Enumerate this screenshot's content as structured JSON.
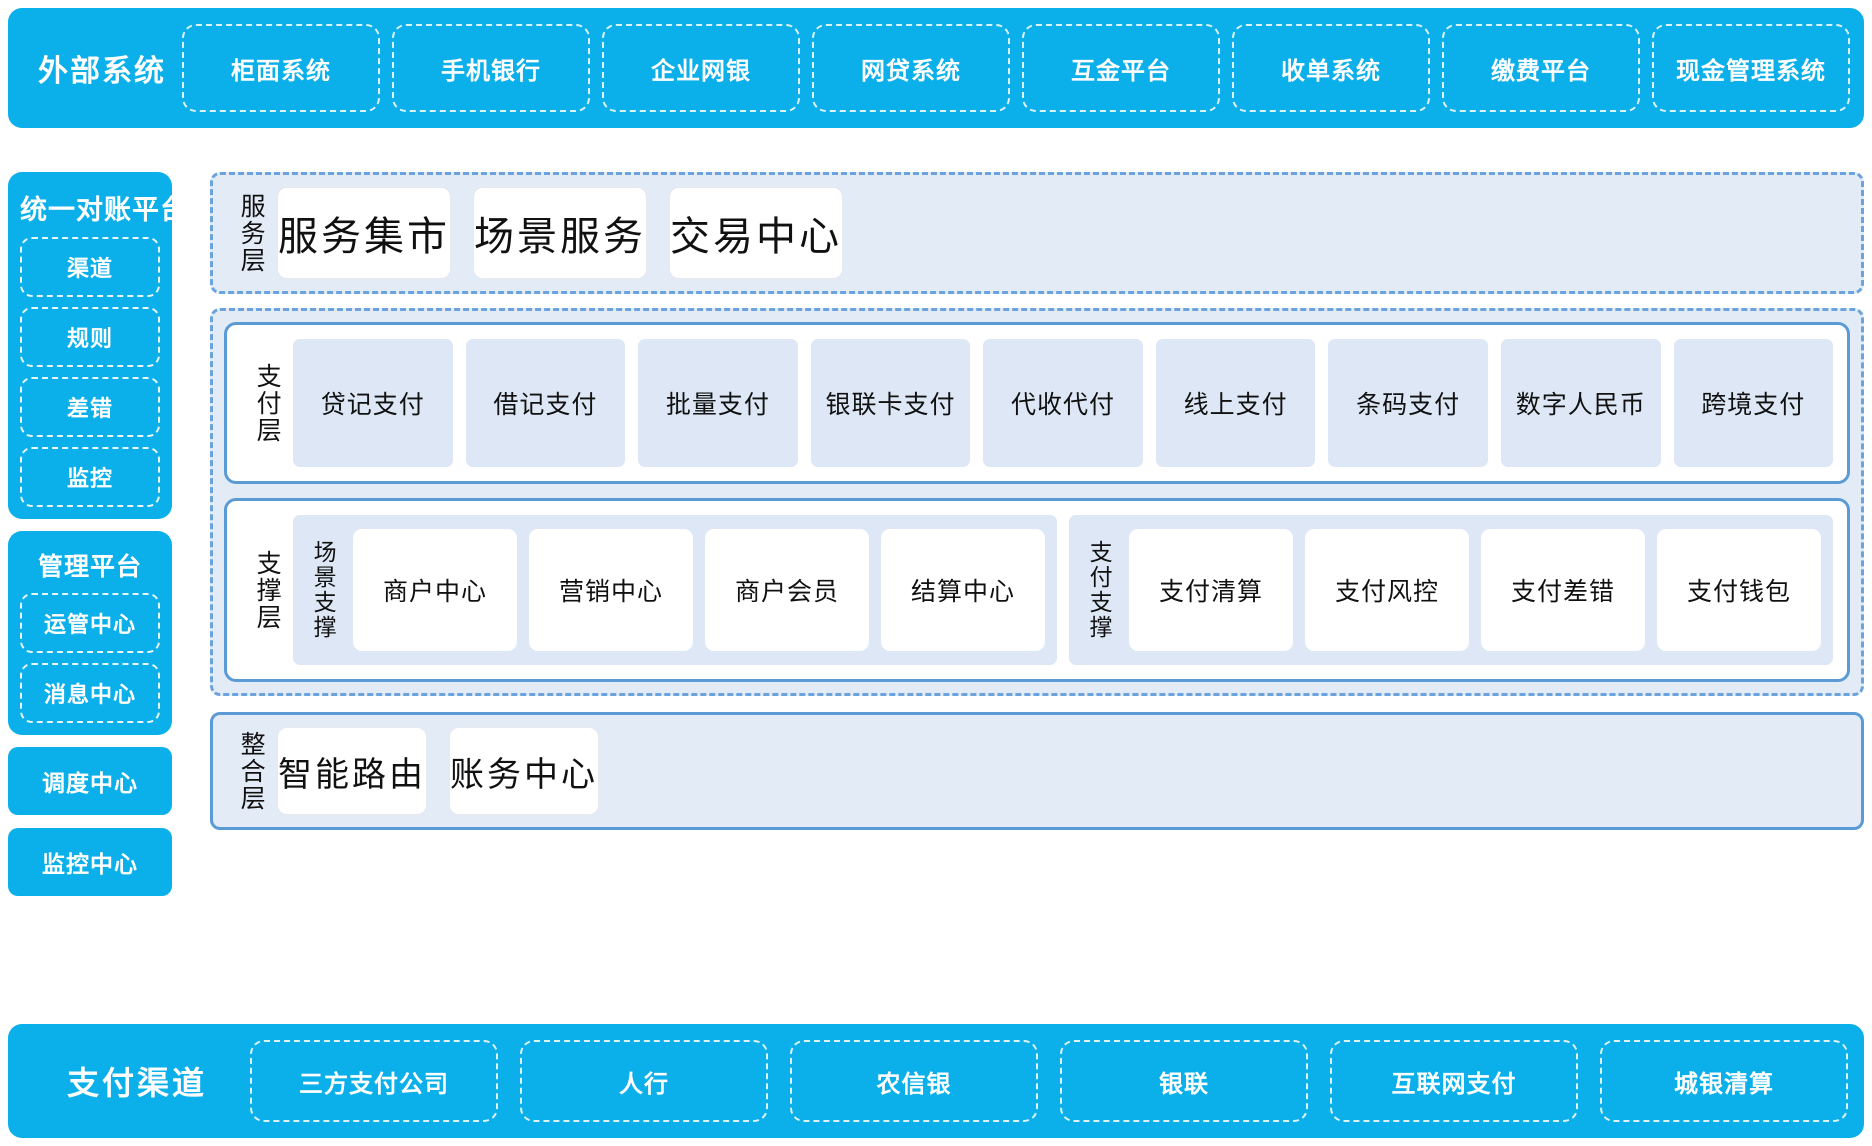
{
  "colors": {
    "brand_cyan": "#0bb0ea",
    "panel_blue_fill": "#e3ebf7",
    "panel_blue_border": "#5b9bd5",
    "dashed_border": "#6ba4dd",
    "tile_blue": "#dde7f5",
    "white": "#ffffff"
  },
  "external_systems": {
    "title": "外部系统",
    "items": [
      {
        "label": "柜面系统"
      },
      {
        "label": "手机银行"
      },
      {
        "label": "企业网银"
      },
      {
        "label": "网贷系统"
      },
      {
        "label": "互金平台"
      },
      {
        "label": "收单系统"
      },
      {
        "label": "缴费平台"
      },
      {
        "label": "现金管理系统"
      }
    ]
  },
  "left_column": {
    "reconciliation_platform": {
      "title": "统一对账平台",
      "items": [
        {
          "label": "渠道"
        },
        {
          "label": "规则"
        },
        {
          "label": "差错"
        },
        {
          "label": "监控"
        }
      ]
    },
    "management_platform": {
      "title": "管理平台",
      "items": [
        {
          "label": "运管中心"
        },
        {
          "label": "消息中心"
        }
      ]
    },
    "standalone": [
      {
        "label": "调度中心"
      },
      {
        "label": "监控中心"
      }
    ]
  },
  "service_layer": {
    "label": "服务层",
    "cards": [
      {
        "label": "服务集市"
      },
      {
        "label": "场景服务"
      },
      {
        "label": "交易中心"
      }
    ]
  },
  "payment_layer": {
    "label": "支付层",
    "tiles": [
      {
        "label": "贷记支付"
      },
      {
        "label": "借记支付"
      },
      {
        "label": "批量支付"
      },
      {
        "label": "银联卡支付"
      },
      {
        "label": "代收代付"
      },
      {
        "label": "线上支付"
      },
      {
        "label": "条码支付"
      },
      {
        "label": "数字人民币"
      },
      {
        "label": "跨境支付"
      }
    ]
  },
  "support_layer": {
    "label": "支撑层",
    "groups": [
      {
        "label": "场景支撑",
        "tiles": [
          {
            "label": "商户中心"
          },
          {
            "label": "营销中心"
          },
          {
            "label": "商户会员"
          },
          {
            "label": "结算中心"
          }
        ]
      },
      {
        "label": "支付支撑",
        "tiles": [
          {
            "label": "支付清算"
          },
          {
            "label": "支付风控"
          },
          {
            "label": "支付差错"
          },
          {
            "label": "支付钱包"
          }
        ]
      }
    ]
  },
  "integration_layer": {
    "label": "整合层",
    "cards": [
      {
        "label": "智能路由"
      },
      {
        "label": "账务中心"
      }
    ]
  },
  "payment_channels": {
    "title": "支付渠道",
    "items": [
      {
        "label": "三方支付公司"
      },
      {
        "label": "人行"
      },
      {
        "label": "农信银"
      },
      {
        "label": "银联"
      },
      {
        "label": "互联网支付"
      },
      {
        "label": "城银清算"
      }
    ]
  }
}
